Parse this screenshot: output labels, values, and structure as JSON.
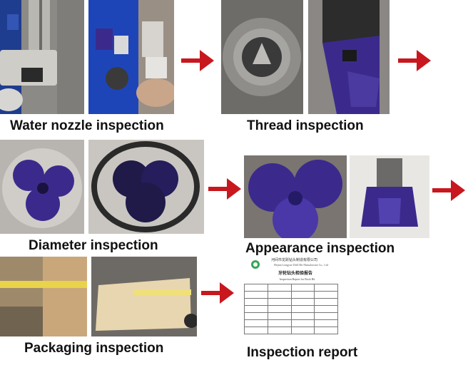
{
  "captions": {
    "water_nozzle": "Water nozzle inspection",
    "thread": "Thread inspection",
    "diameter": "Diameter inspection",
    "appearance": "Appearance inspection",
    "packaging": "Packaging inspection",
    "report": "Inspection report"
  },
  "colors": {
    "arrow": "#c8171e",
    "bit_blue": "#3b2a8c",
    "caption_text": "#111111"
  },
  "report_document": {
    "company_cn": "河间市龙跃钻头制造有限公司",
    "company_en": "Hejian Longyue Drill Bit Manufacture Co., Ltd",
    "title_cn": "牙轮钻头检验报告",
    "title_en": "Inspection Report for Rock Bit"
  },
  "icons": [
    "arrow-right-icon"
  ]
}
